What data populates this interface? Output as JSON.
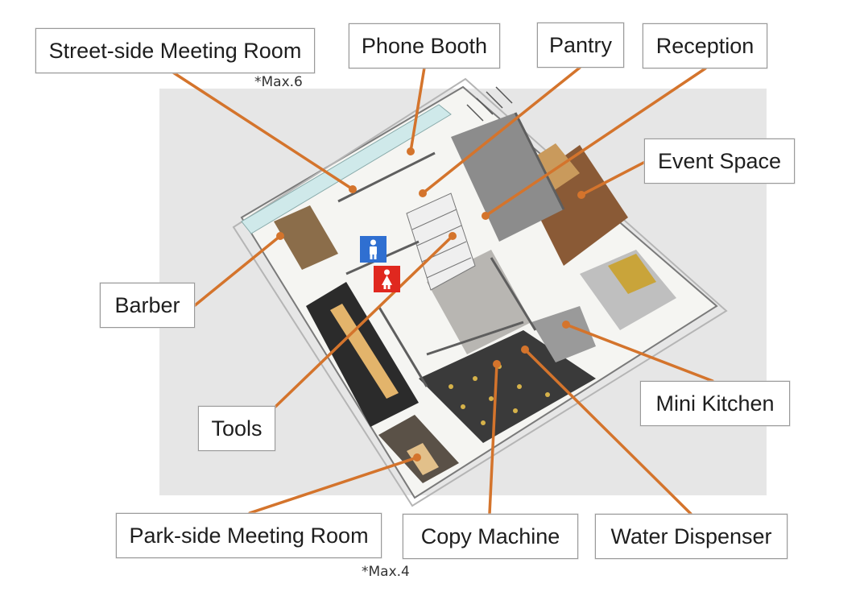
{
  "labels": {
    "street_meeting_room": "Street-side Meeting Room",
    "phone_booth": "Phone Booth",
    "pantry": "Pantry",
    "reception": "Reception",
    "event_space": "Event Space",
    "barber": "Barber",
    "tools": "Tools",
    "mini_kitchen": "Mini Kitchen",
    "park_meeting_room": "Park-side Meeting Room",
    "copy_machine": "Copy Machine",
    "water_dispenser": "Water Dispenser"
  },
  "notes": {
    "street_capacity": "*Max.6",
    "park_capacity": "*Max.4"
  },
  "colors": {
    "leader": "#d4742c",
    "restroom_male": "#2f6fd1",
    "restroom_female": "#e0281f"
  },
  "icons": {
    "restroom_male": "male-restroom-icon",
    "restroom_female": "female-restroom-icon"
  }
}
